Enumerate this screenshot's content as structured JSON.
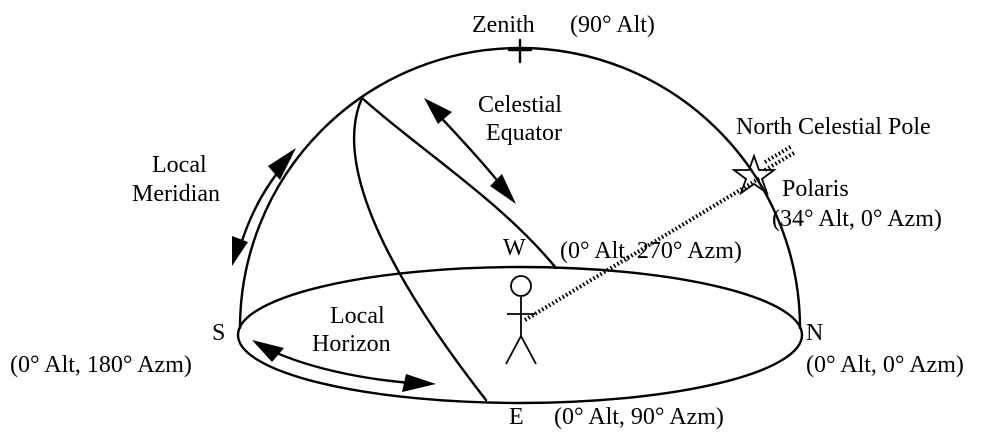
{
  "labels": {
    "zenith": "Zenith",
    "zenith_coord": "(90° Alt)",
    "celestial_equator_line1": "Celestial",
    "celestial_equator_line2": "Equator",
    "north_celestial_pole": "North Celestial Pole",
    "polaris": "Polaris",
    "polaris_coord": "(34° Alt, 0° Azm)",
    "local_meridian_line1": "Local",
    "local_meridian_line2": "Meridian",
    "west": "W",
    "west_coord": "(0° Alt, 270° Azm)",
    "south": "S",
    "south_coord": "(0° Alt, 180° Azm)",
    "north": "N",
    "north_coord": "(0° Alt, 0° Azm)",
    "east": "E",
    "east_coord": "(0° Alt, 90° Azm)",
    "local_horizon_line1": "Local",
    "local_horizon_line2": "Horizon"
  },
  "colors": {
    "ink": "#000000",
    "background": "#ffffff"
  }
}
